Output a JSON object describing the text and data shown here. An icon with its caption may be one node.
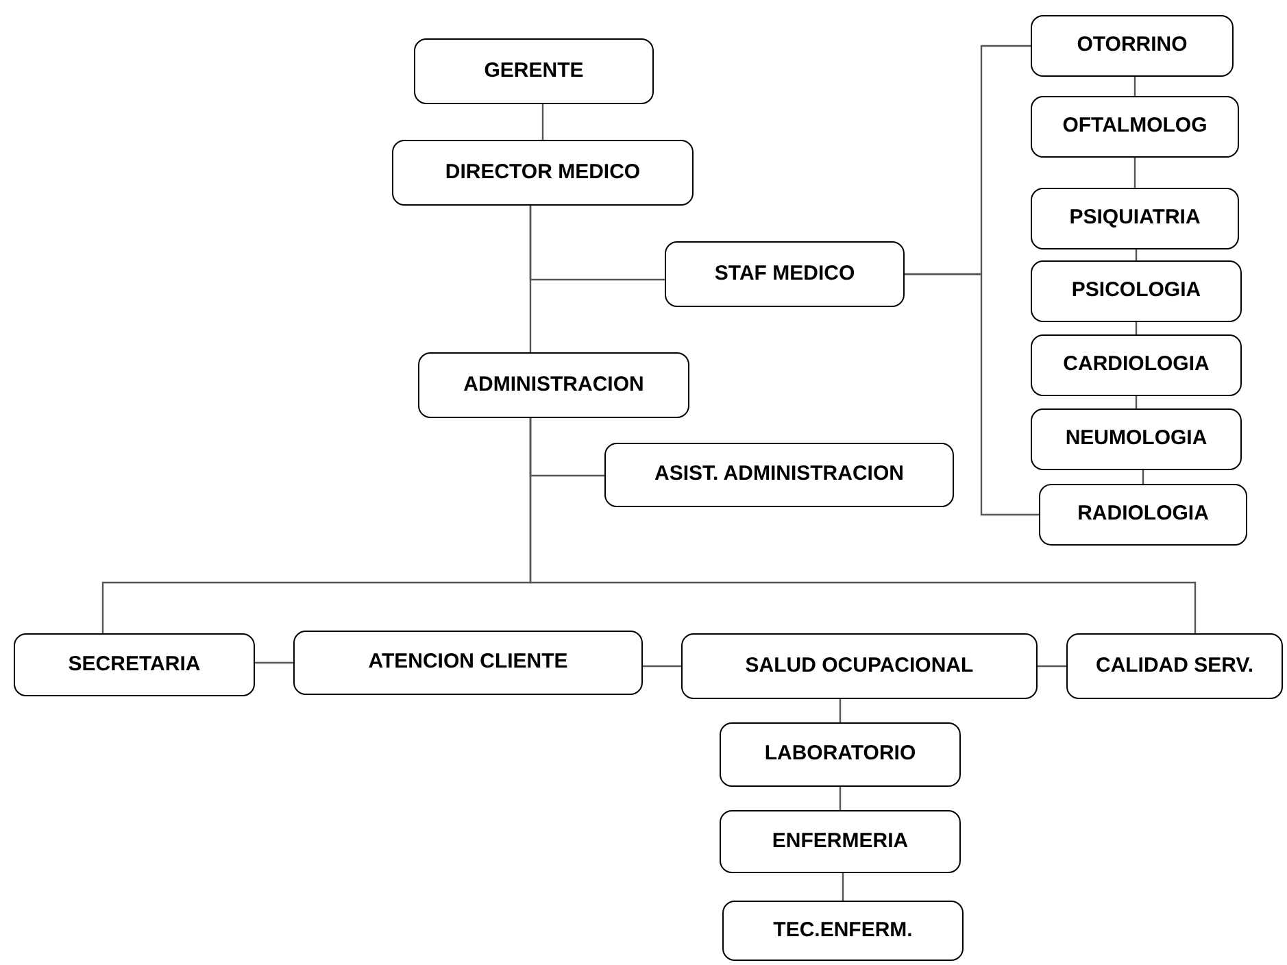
{
  "diagram": {
    "nodes": [
      {
        "text": [
          "GERENTE"
        ]
      },
      {
        "text": [
          "DIRECTOR MEDICO"
        ]
      },
      {
        "text": [
          "STAF MEDICO"
        ]
      },
      {
        "text": [
          "ADMINISTRACION"
        ]
      },
      {
        "text": [
          "ASIST. ADMINISTRACION"
        ]
      },
      {
        "text": [
          "OTORRINO"
        ]
      },
      {
        "text": [
          "OFTALMOLOG"
        ]
      },
      {
        "text": [
          "PSIQUIATRIA"
        ]
      },
      {
        "text": [
          "PSICOLOGIA"
        ]
      },
      {
        "text": [
          "CARDIOLOGIA"
        ]
      },
      {
        "text": [
          "NEUMOLOGIA"
        ]
      },
      {
        "text": [
          "RADIOLOGIA"
        ]
      },
      {
        "text": [
          "SECRETARIA"
        ]
      },
      {
        "text": [
          "ATENCION CLIENTE"
        ]
      },
      {
        "text": [
          "SALUD OCUPACIONAL"
        ]
      },
      {
        "text": [
          "CALIDAD SERV."
        ]
      },
      {
        "text": [
          "LABORATORIO"
        ]
      },
      {
        "text": [
          "ENFERMERIA"
        ]
      },
      {
        "text": [
          "TEC.ENFERM."
        ]
      }
    ],
    "edges": [
      {
        "from": 0,
        "to": 1,
        "arrow": "none"
      },
      {
        "from": 1,
        "to": 3,
        "arrow": "none"
      },
      {
        "from": 1,
        "to": 2,
        "arrow": "none"
      },
      {
        "from": 2,
        "to": 5,
        "arrow": "none"
      },
      {
        "from": 2,
        "to": 11,
        "arrow": "none"
      },
      {
        "from": 5,
        "to": 6,
        "arrow": "none"
      },
      {
        "from": 6,
        "to": 7,
        "arrow": "none"
      },
      {
        "from": 7,
        "to": 8,
        "arrow": "none"
      },
      {
        "from": 8,
        "to": 9,
        "arrow": "none"
      },
      {
        "from": 9,
        "to": 10,
        "arrow": "none"
      },
      {
        "from": 10,
        "to": 11,
        "arrow": "none"
      },
      {
        "from": 3,
        "to": 4,
        "arrow": "none"
      },
      {
        "from": 3,
        "to": 12,
        "arrow": "none"
      },
      {
        "from": 3,
        "to": 15,
        "arrow": "none"
      },
      {
        "from": 12,
        "to": 13,
        "arrow": "none"
      },
      {
        "from": 13,
        "to": 14,
        "arrow": "none"
      },
      {
        "from": 14,
        "to": 15,
        "arrow": "none"
      },
      {
        "from": 14,
        "to": 16,
        "arrow": "none"
      },
      {
        "from": 16,
        "to": 17,
        "arrow": "none"
      },
      {
        "from": 17,
        "to": 18,
        "arrow": "none"
      }
    ]
  }
}
